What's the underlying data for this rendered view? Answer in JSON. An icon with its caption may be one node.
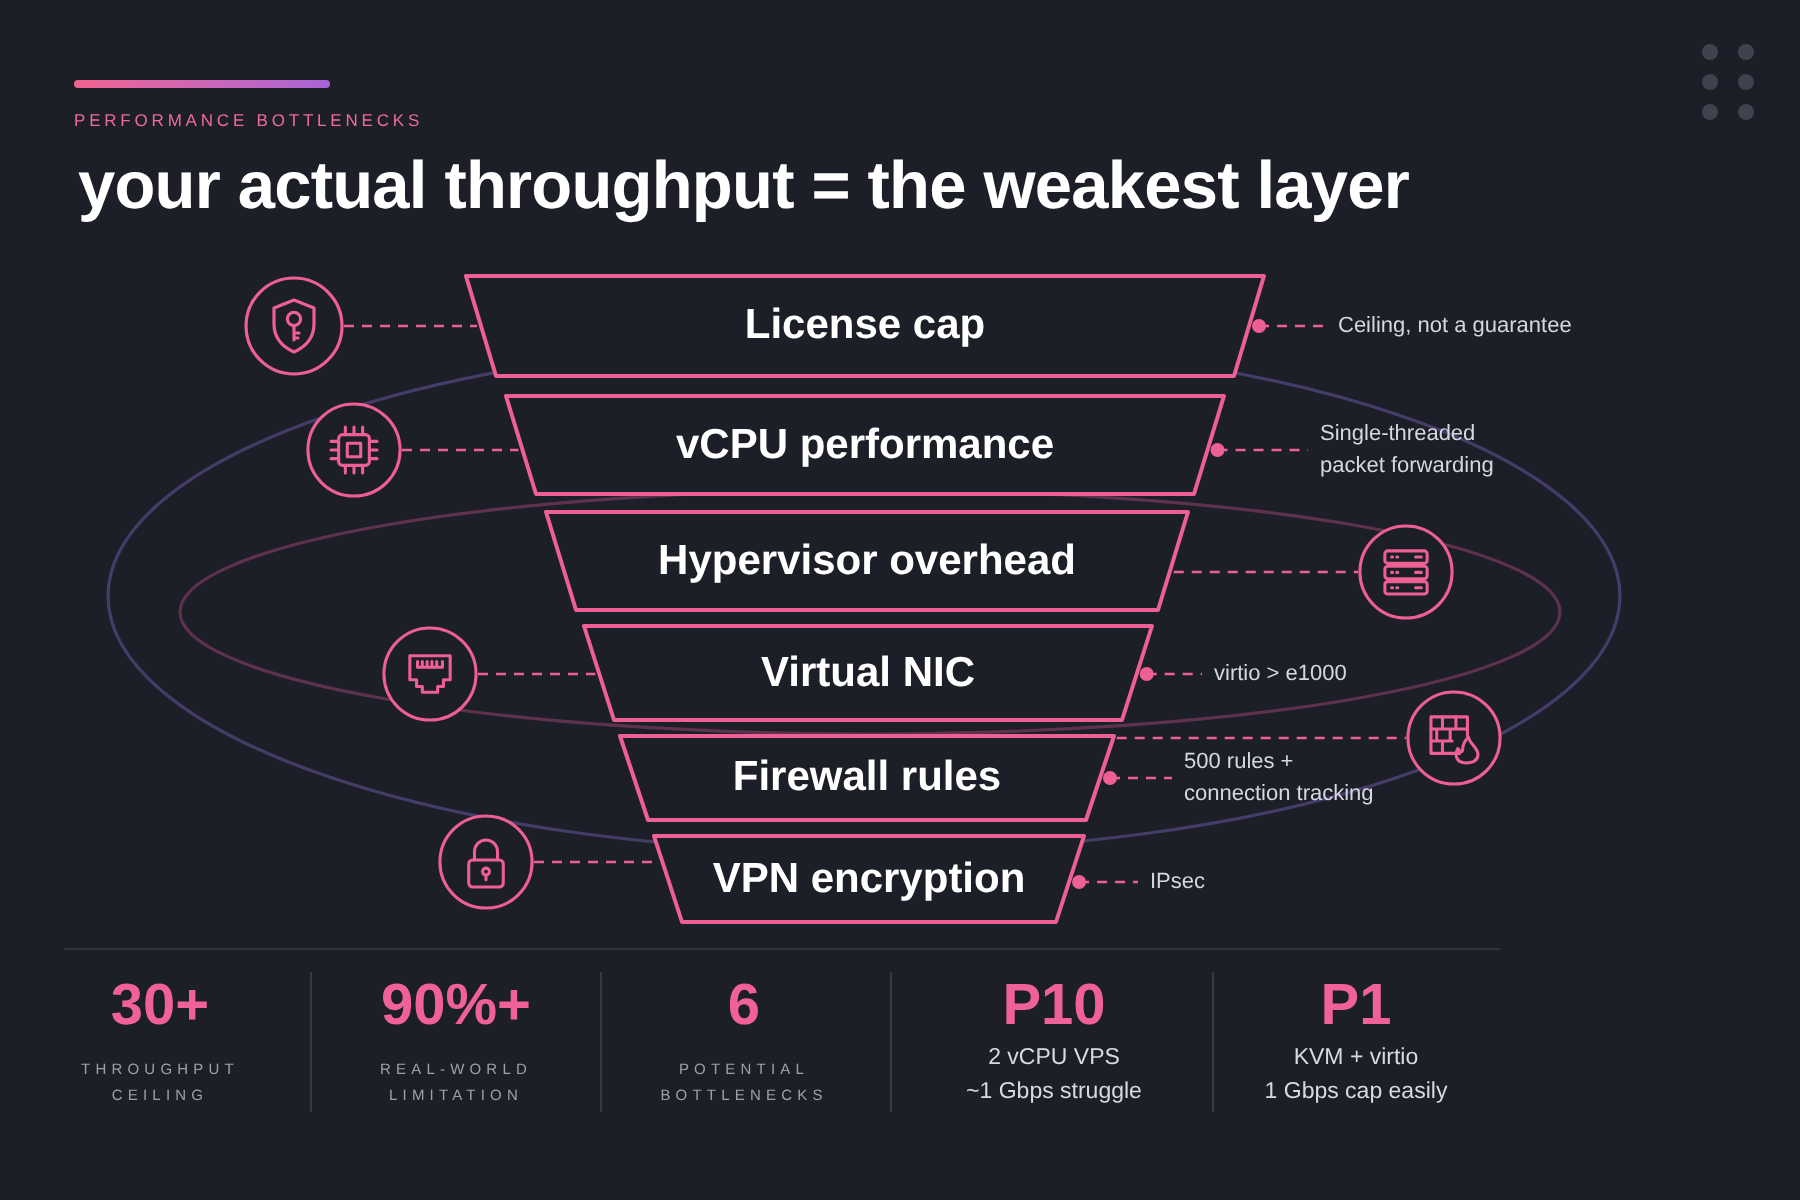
{
  "diagram": {
    "title": "your actual throughput = the weakest layer",
    "nodes": [
      {
        "text": [],
        "shape": "circle"
      },
      {
        "text": [
          "License cap"
        ]
      },
      {
        "text": [
          "Ceiling, not a guarantee"
        ]
      },
      {
        "text": [],
        "shape": "circle"
      },
      {
        "text": [
          "vCPU performance"
        ]
      },
      {
        "text": [
          "Single-threaded packet forwarding"
        ]
      },
      {
        "text": [
          "Hypervisor overhead"
        ]
      },
      {
        "text": [],
        "shape": "circle"
      },
      {
        "text": [],
        "shape": "circle"
      },
      {
        "text": [
          "Virtual NIC"
        ]
      },
      {
        "text": [
          "virtio > e1000"
        ]
      },
      {
        "text": [
          "Firewall rules"
        ]
      },
      {
        "text": [
          "500 rules + connection tracking"
        ]
      },
      {
        "text": [],
        "shape": "circle"
      },
      {
        "text": [],
        "shape": "circle"
      },
      {
        "text": [
          "VPN encryption"
        ]
      },
      {
        "text": [
          "IPsec"
        ]
      }
    ],
    "edges": [
      {
        "from": 0,
        "to": 1,
        "arrow": "none",
        "style": "dashed"
      },
      {
        "from": 1,
        "to": 2,
        "arrow": "other",
        "style": "dashed"
      },
      {
        "from": 3,
        "to": 4,
        "arrow": "none",
        "style": "dashed"
      },
      {
        "from": 4,
        "to": 5,
        "arrow": "other",
        "style": "dashed"
      },
      {
        "from": 6,
        "to": 7,
        "arrow": "none",
        "style": "dashed"
      },
      {
        "from": 8,
        "to": 9,
        "arrow": "none",
        "style": "dashed"
      },
      {
        "from": 9,
        "to": 10,
        "arrow": "other",
        "style": "dashed"
      },
      {
        "from": 11,
        "to": 12,
        "arrow": "other",
        "style": "dashed"
      },
      {
        "from": 11,
        "to": 13,
        "arrow": "none",
        "style": "dashed"
      },
      {
        "from": 14,
        "to": 15,
        "arrow": "none",
        "style": "dashed"
      },
      {
        "from": 15,
        "to": 16,
        "arrow": "other",
        "style": "dashed"
      }
    ],
    "labels": [
      "PERFORMANCE BOTTLENECKS",
      "30+",
      "THROUGHPUT CEILING",
      "90%+",
      "REAL-WORLD LIMITATION",
      "6",
      "POTENTIAL BOTTLENECKS",
      "P10",
      "2 vCPU VPS ~1 Gbps struggle",
      "P1",
      "KVM + virtio 1 Gbps cap easily"
    ]
  }
}
